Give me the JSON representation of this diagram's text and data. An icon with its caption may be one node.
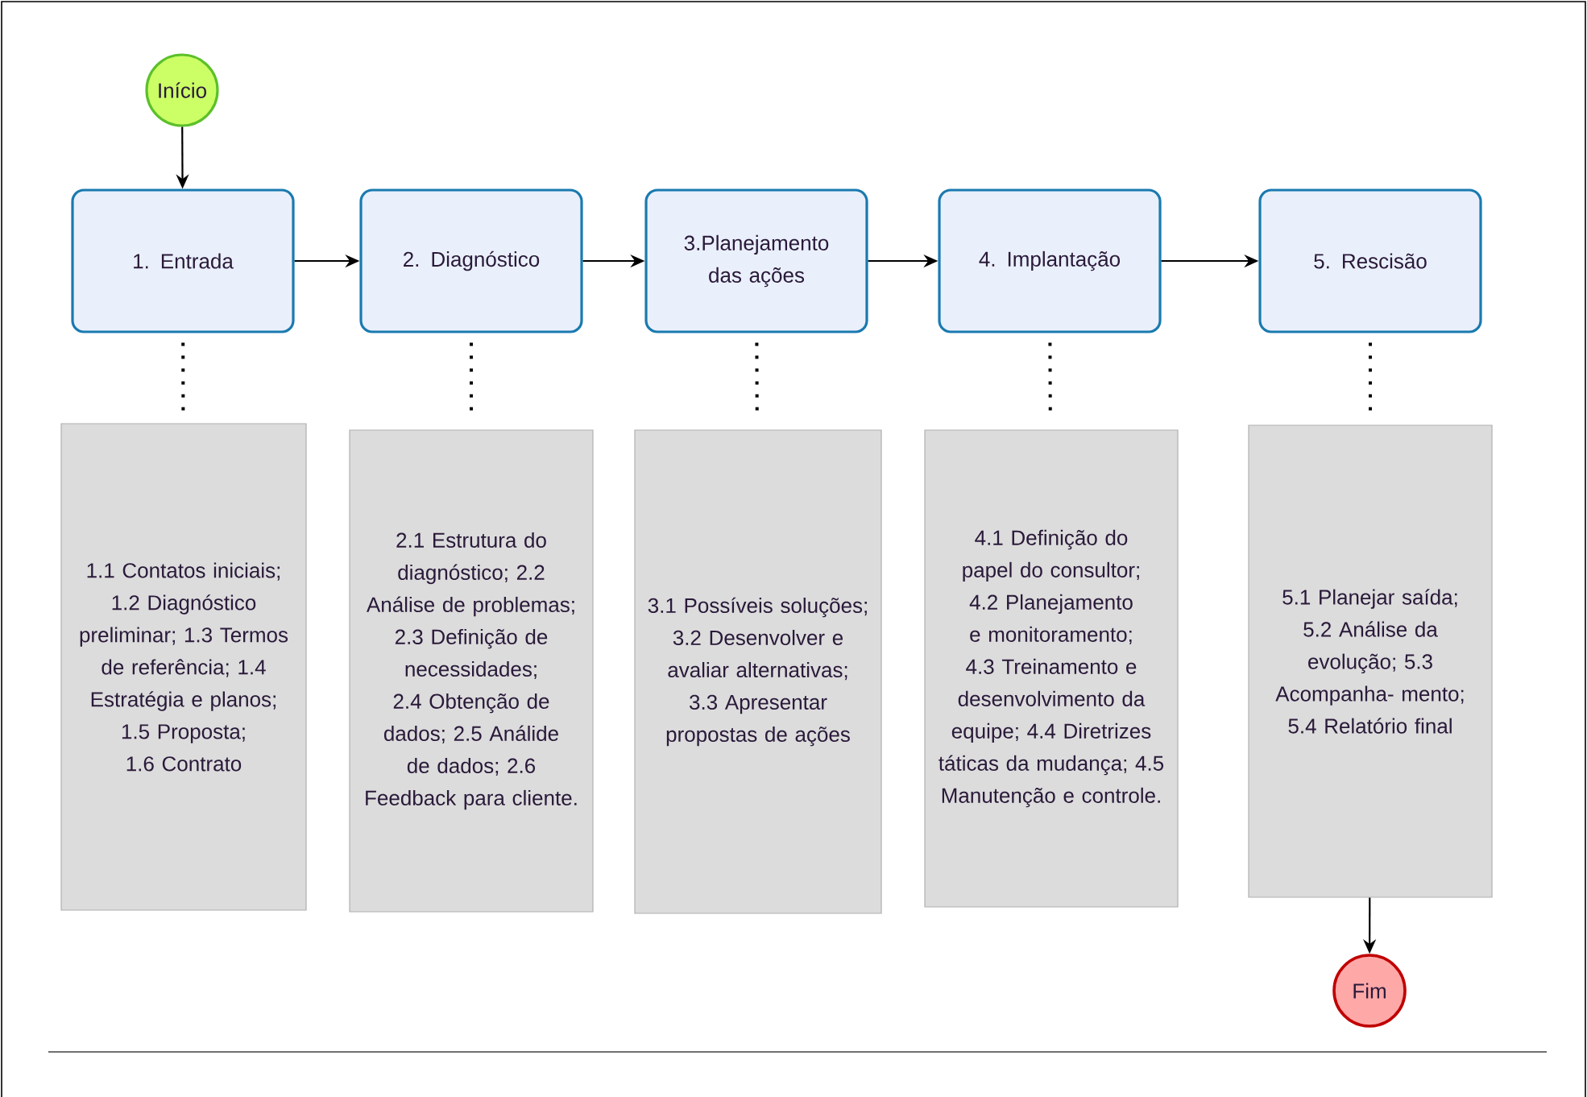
{
  "diagram": {
    "nodes": [
      {
        "text": [
          "Início"
        ]
      },
      {
        "text": [
          "1. Entrada"
        ]
      },
      {
        "text": [
          "2. Diagnóstico"
        ]
      },
      {
        "text": [
          "3.Planejamento das ações"
        ]
      },
      {
        "text": [
          "4. Implantação"
        ]
      },
      {
        "text": [
          "5. Rescisão"
        ]
      },
      {
        "text": [
          "1.1 Contatos iniciais; 1.2 Diagnóstico preliminar; 1.3 Termos de referência; 1.4 Estratégia e planos; 1.5 Proposta; 1.6 Contrato"
        ]
      },
      {
        "text": [
          "2.1 Estrutura do diagnóstico; 2.2 Análise de problemas; 2.3  Definição de necessidades; 2.4 Obtenção de dados; 2.5 Análide de dados; 2.6 Feedback para cliente."
        ]
      },
      {
        "text": [
          "3.1 Possíveis soluções; 3.2 Desenvolver e avaliar alternativas; 3.3 Apresentar propostas de ações"
        ]
      },
      {
        "text": [
          "4.1 Definição do papel do consultor; 4.2 Planejamento e monitoramento; 4.3 Treinamento e desenvolvimento da equipe; 4.4 Diretrizes táticas da mudança; 4.5 Manutenção e controle."
        ]
      },
      {
        "text": [
          "5.1 Planejar saída; 5.2 Análise da evolução; 5.3 Acompanha- mento; 5.4 Relatório final"
        ]
      },
      {
        "text": [
          "Fim"
        ]
      }
    ],
    "edges": [
      {
        "from": 0,
        "to": 1,
        "arrow": "to"
      },
      {
        "from": 1,
        "to": 2,
        "arrow": "to"
      },
      {
        "from": 2,
        "to": 3,
        "arrow": "to"
      },
      {
        "from": 3,
        "to": 4,
        "arrow": "to"
      },
      {
        "from": 4,
        "to": 5,
        "arrow": "to"
      },
      {
        "from": 1,
        "to": 6,
        "arrow": "none",
        "style": "dashed"
      },
      {
        "from": 2,
        "to": 7,
        "arrow": "none",
        "style": "dashed"
      },
      {
        "from": 3,
        "to": 8,
        "arrow": "none",
        "style": "dashed"
      },
      {
        "from": 4,
        "to": 9,
        "arrow": "none",
        "style": "dashed"
      },
      {
        "from": 5,
        "to": 10,
        "arrow": "none",
        "style": "dashed"
      },
      {
        "from": 10,
        "to": 11,
        "arrow": "to"
      }
    ]
  }
}
